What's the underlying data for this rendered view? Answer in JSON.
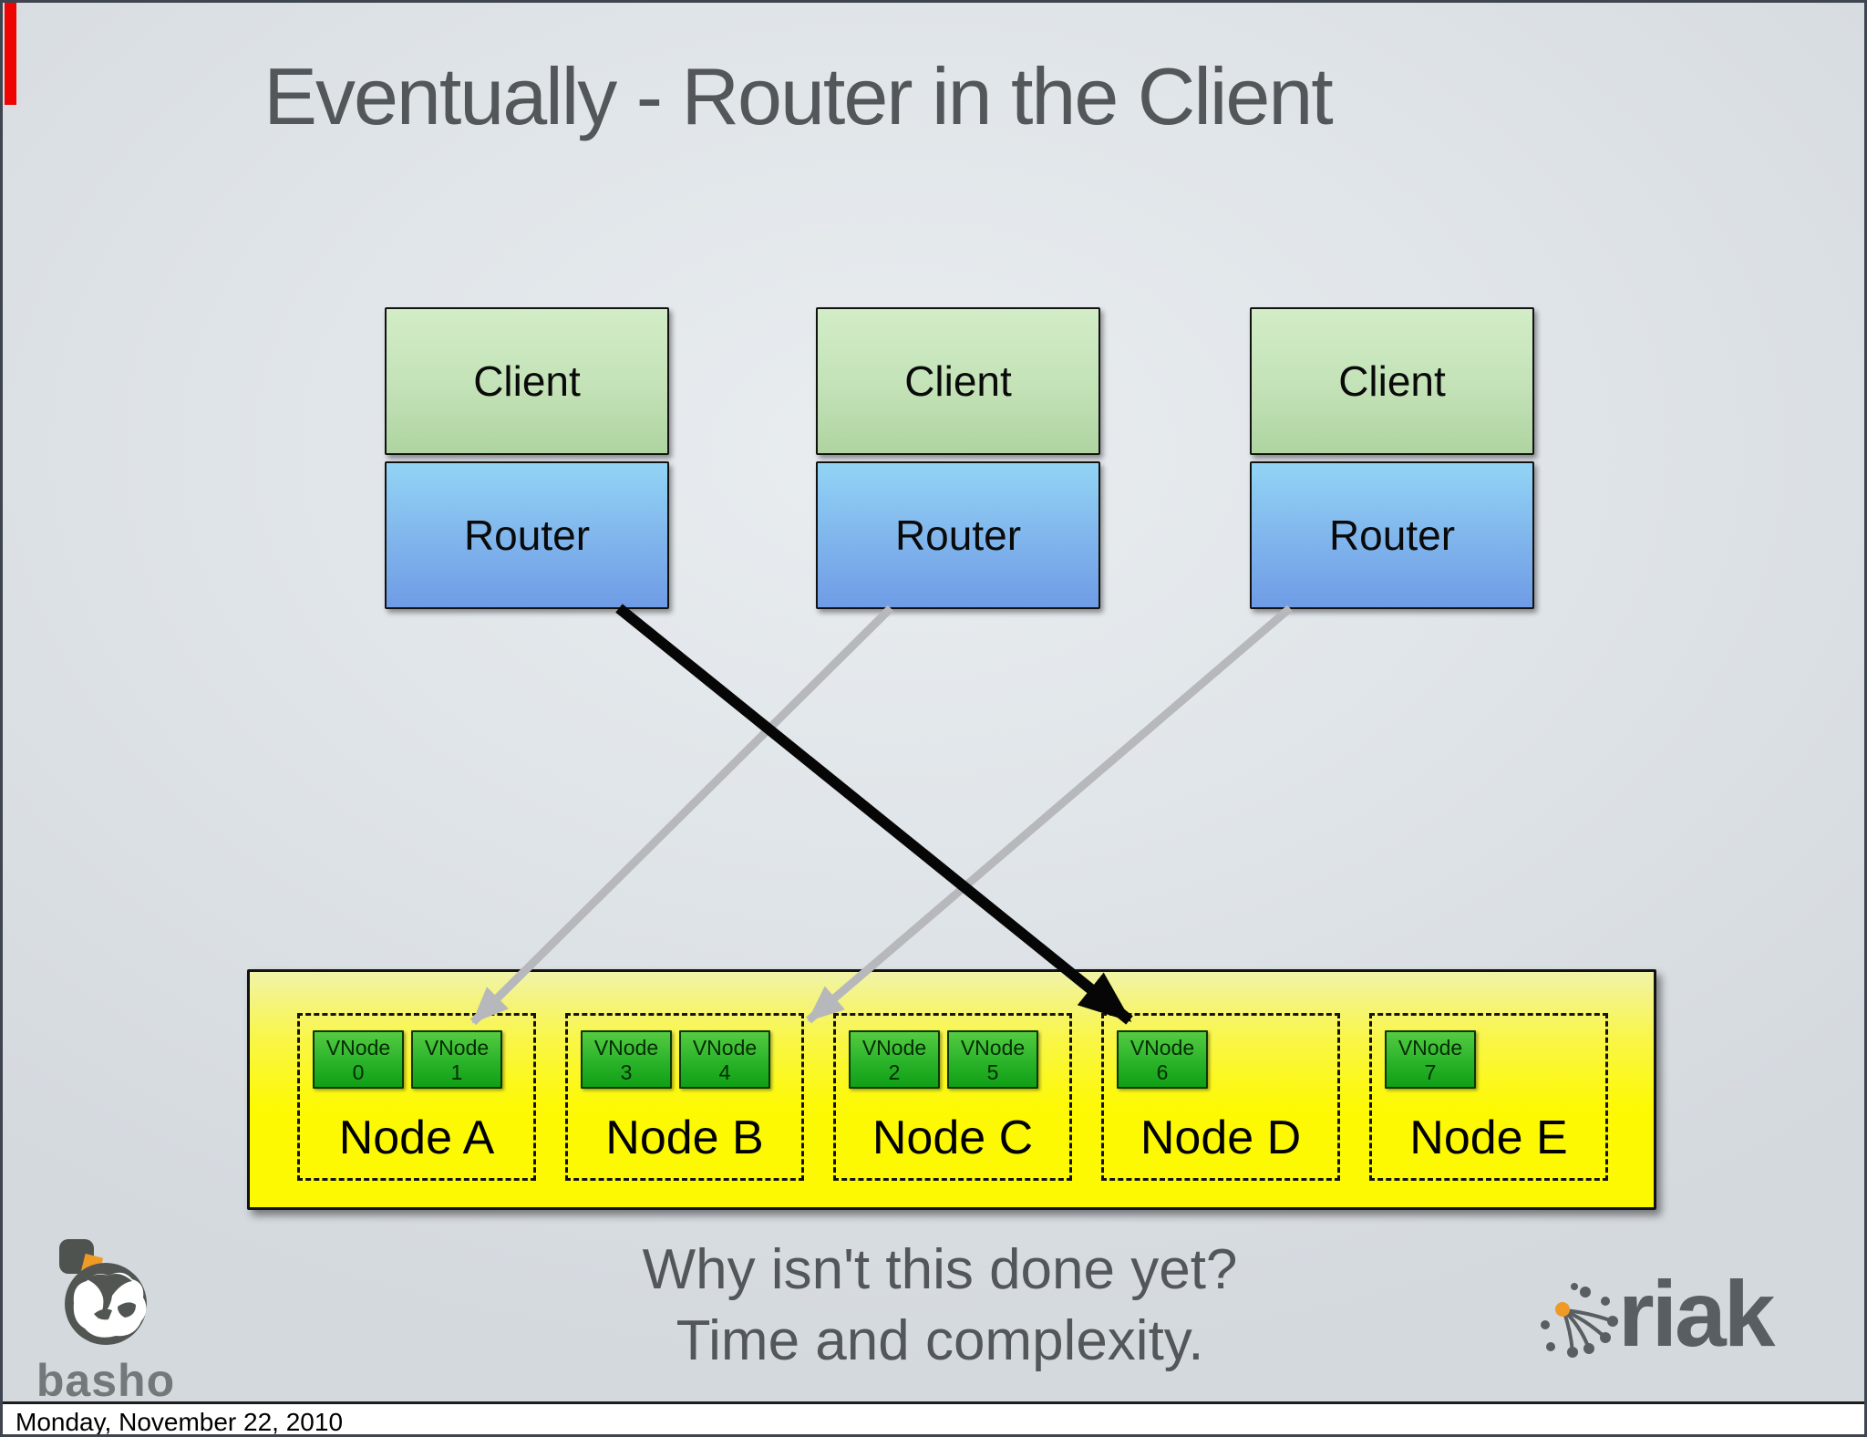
{
  "slide": {
    "title": "Eventually - Router in the Client",
    "footer_line1": "Why isn't this done yet?",
    "footer_line2": "Time and complexity.",
    "date_label": "Monday, November 22, 2010"
  },
  "columns": [
    {
      "client_label": "Client",
      "router_label": "Router"
    },
    {
      "client_label": "Client",
      "router_label": "Router"
    },
    {
      "client_label": "Client",
      "router_label": "Router"
    }
  ],
  "vnode_word": "VNode",
  "nodes": [
    {
      "label": "Node A",
      "vnodes": [
        "0",
        "1"
      ]
    },
    {
      "label": "Node B",
      "vnodes": [
        "3",
        "4"
      ]
    },
    {
      "label": "Node C",
      "vnodes": [
        "2",
        "5"
      ]
    },
    {
      "label": "Node D",
      "vnodes": [
        "6"
      ]
    },
    {
      "label": "Node E",
      "vnodes": [
        "7"
      ]
    }
  ],
  "arrows": [
    {
      "from": "router-1",
      "to": "vnode-6",
      "color": "black"
    },
    {
      "from": "router-2",
      "to": "node-a",
      "color": "gray"
    },
    {
      "from": "router-3",
      "to": "node-b",
      "color": "gray"
    }
  ],
  "logos": {
    "basho_text": "basho",
    "riak_text": "riak"
  },
  "colors": {
    "background": "#dde2e7",
    "title_text": "#53575a",
    "client_box_top": "#d2edc7",
    "client_box_bottom": "#aed4a1",
    "router_box_top": "#92d4f5",
    "router_box_bottom": "#6f9ce6",
    "node_container_yellow": "#fdf903",
    "vnode_green_top": "#55cb41",
    "vnode_green_bottom": "#10a015",
    "arrow_black": "#060606",
    "arrow_gray": "#b6b8bb",
    "logo_orange": "#f09a26",
    "red_marker": "#ee0400"
  }
}
